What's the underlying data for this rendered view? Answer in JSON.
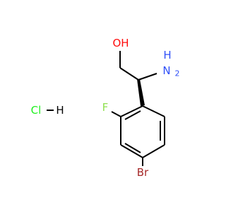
{
  "molecule": {
    "atoms": {
      "oh": "OH",
      "nh2_n": "N",
      "nh2_h": "H",
      "f": "F",
      "br": "Br",
      "hcl_cl": "Cl",
      "hcl_h": "H"
    },
    "sub": {
      "nh2": "2"
    },
    "colors": {
      "bond": "#000000",
      "oxygen": "#ff0d0d",
      "nitrogen": "#3050f8",
      "fluorine": "#90e050",
      "bromine": "#a62929",
      "chlorine": "#1ff01f",
      "hydrogen": "#000000"
    }
  }
}
